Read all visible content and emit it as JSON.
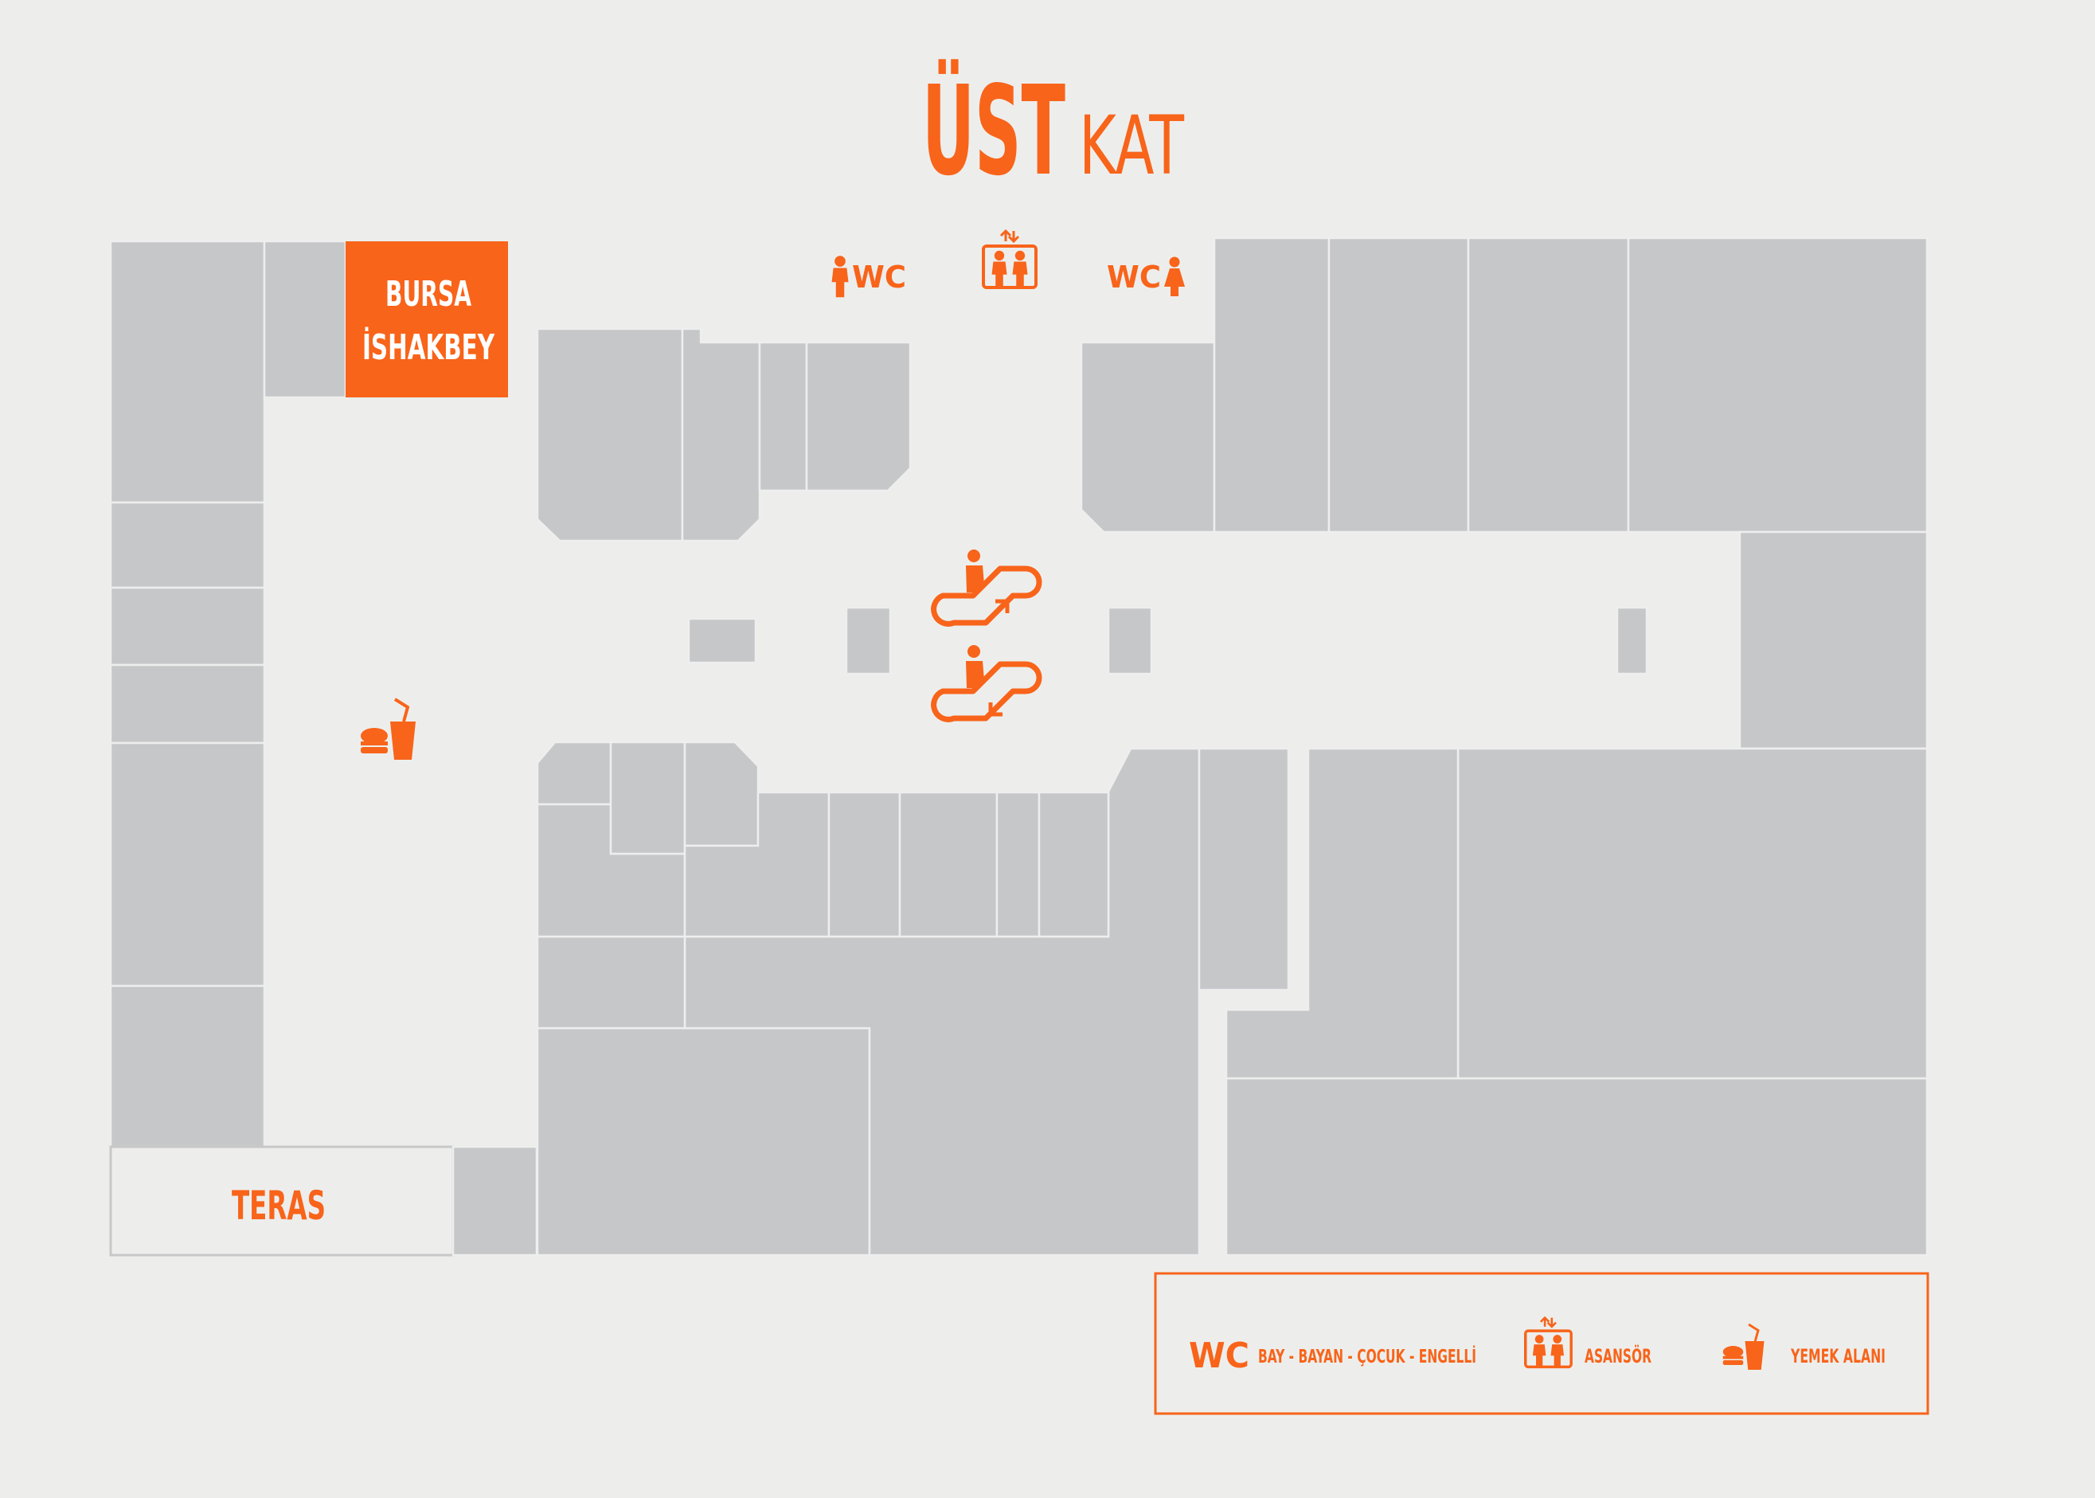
{
  "title": {
    "bold": "ÜST",
    "light": "KAT"
  },
  "highlighted_store": {
    "line1": "BURSA",
    "line2": "İSHAKBEY",
    "color": "#f8641a"
  },
  "terrace": {
    "label": "TERAS"
  },
  "wc_label": "WC",
  "legend": {
    "wc_symbol": "WC",
    "wc_text": "BAY - BAYAN - ÇOCUK - ENGELLİ",
    "elevator_text": "ASANSÖR",
    "food_text": "YEMEK ALANI"
  },
  "icons": [
    "male-wc-icon",
    "elevator-icon",
    "female-wc-icon",
    "escalator-up-icon",
    "escalator-down-icon",
    "food-court-icon"
  ],
  "colors": {
    "accent": "#f8641a",
    "unit": "#c6c7c9",
    "background": "#edeeec"
  }
}
